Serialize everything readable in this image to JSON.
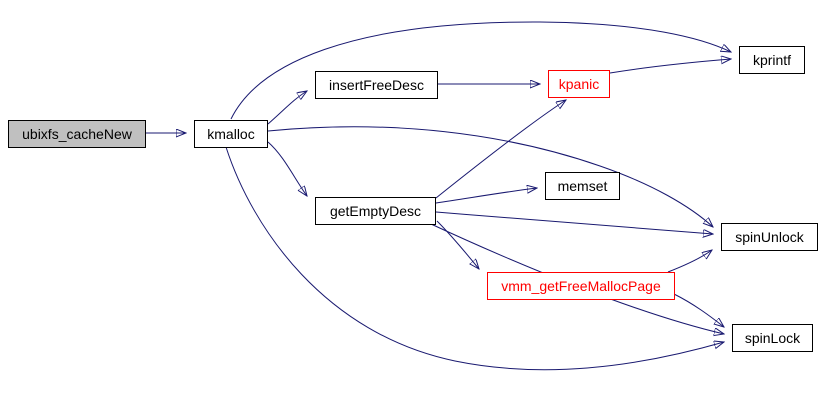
{
  "diagram": {
    "type": "call-graph",
    "nodes": [
      {
        "id": "ubixfs_cacheNew",
        "label": "ubixfs_cacheNew",
        "style": "caller"
      },
      {
        "id": "kmalloc",
        "label": "kmalloc",
        "style": "normal"
      },
      {
        "id": "insertFreeDesc",
        "label": "insertFreeDesc",
        "style": "normal"
      },
      {
        "id": "kpanic",
        "label": "kpanic",
        "style": "truncated"
      },
      {
        "id": "kprintf",
        "label": "kprintf",
        "style": "normal"
      },
      {
        "id": "memset",
        "label": "memset",
        "style": "normal"
      },
      {
        "id": "getEmptyDesc",
        "label": "getEmptyDesc",
        "style": "normal"
      },
      {
        "id": "spinUnlock",
        "label": "spinUnlock",
        "style": "normal"
      },
      {
        "id": "vmm_getFreeMallocPage",
        "label": "vmm_getFreeMallocPage",
        "style": "truncated"
      },
      {
        "id": "spinLock",
        "label": "spinLock",
        "style": "normal"
      }
    ],
    "edges": [
      {
        "from": "ubixfs_cacheNew",
        "to": "kmalloc"
      },
      {
        "from": "kmalloc",
        "to": "insertFreeDesc"
      },
      {
        "from": "kmalloc",
        "to": "getEmptyDesc"
      },
      {
        "from": "kmalloc",
        "to": "kprintf"
      },
      {
        "from": "kmalloc",
        "to": "spinUnlock"
      },
      {
        "from": "kmalloc",
        "to": "spinLock"
      },
      {
        "from": "insertFreeDesc",
        "to": "kpanic"
      },
      {
        "from": "kpanic",
        "to": "kprintf"
      },
      {
        "from": "getEmptyDesc",
        "to": "kpanic"
      },
      {
        "from": "getEmptyDesc",
        "to": "memset"
      },
      {
        "from": "getEmptyDesc",
        "to": "spinUnlock"
      },
      {
        "from": "getEmptyDesc",
        "to": "vmm_getFreeMallocPage"
      },
      {
        "from": "getEmptyDesc",
        "to": "spinLock"
      },
      {
        "from": "vmm_getFreeMallocPage",
        "to": "spinUnlock"
      },
      {
        "from": "vmm_getFreeMallocPage",
        "to": "spinLock"
      }
    ],
    "colors": {
      "background": "#ffffff",
      "node_border": "#000000",
      "node_fill": "#ffffff",
      "caller_fill": "#c0c0c0",
      "truncated_node": "#ff0000",
      "edge": "#191970"
    }
  }
}
